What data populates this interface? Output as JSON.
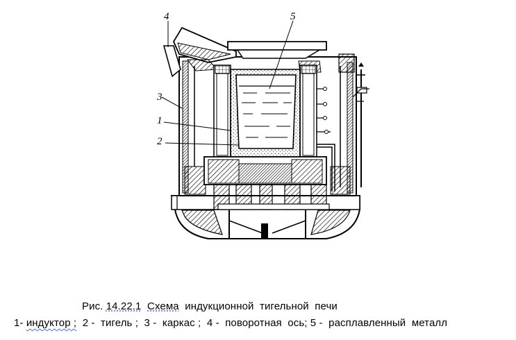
{
  "callouts": {
    "c1": "1",
    "c2": "2",
    "c3": "3",
    "c4": "4",
    "c5": "5"
  },
  "caption": {
    "line1_prefix": "Рис. ",
    "line1_number": "14.22.1",
    "line1_space": "  ",
    "line1_word": "Схема",
    "line1_rest": "  индукционной  тигельной  печи",
    "line2_prefix": "1- ",
    "line2_word": "индуктор ;",
    "line2_rest": "  2 -  тигель ;  3 -  каркас ;  4 -  поворотная  ось; 5 -  расплавленный  металл"
  },
  "colors": {
    "ink": "#000000",
    "underline": "#4472c4"
  }
}
